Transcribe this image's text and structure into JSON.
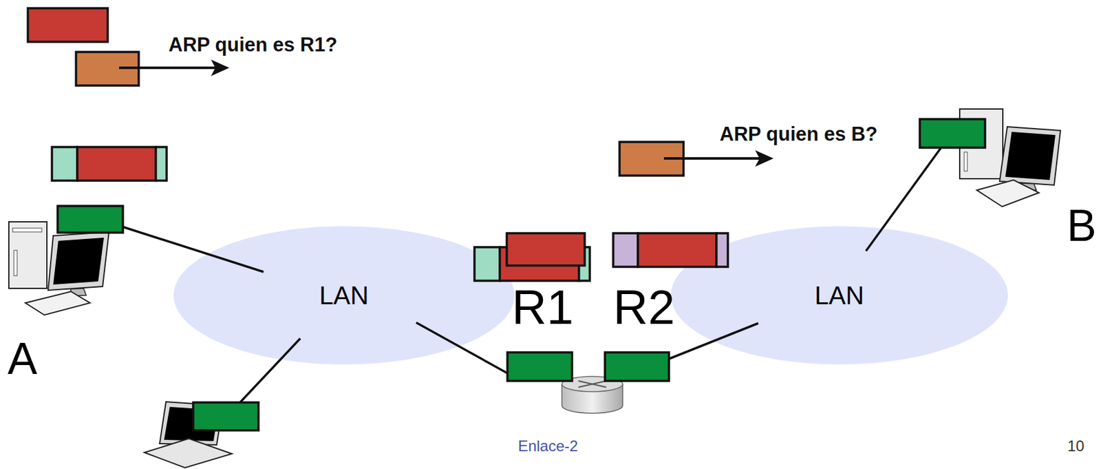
{
  "diagram": {
    "nodes": [
      {
        "text": [
          "LAN"
        ]
      },
      {
        "text": [
          "LAN"
        ]
      }
    ],
    "labels": [
      "ARP quien es R1?",
      "ARP quien es B?",
      "B",
      "R1",
      "R2",
      "A",
      "Enlace-2",
      "10"
    ]
  }
}
